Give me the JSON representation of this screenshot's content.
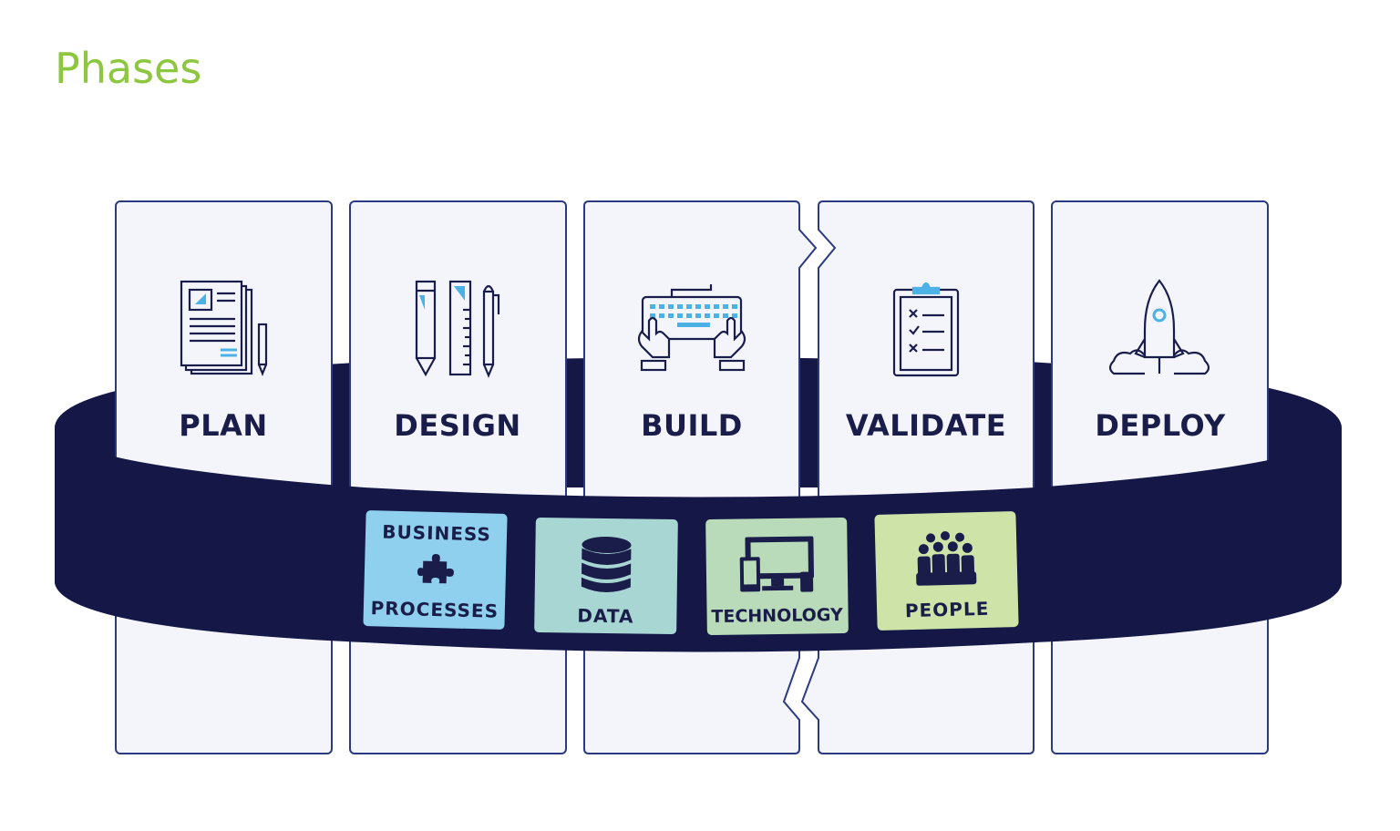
{
  "title": "Phases",
  "phases": [
    {
      "label": "PLAN",
      "icon": "document-pencil-icon"
    },
    {
      "label": "DESIGN",
      "icon": "pencil-ruler-pen-icon"
    },
    {
      "label": "BUILD",
      "icon": "keyboard-hands-icon"
    },
    {
      "label": "VALIDATE",
      "icon": "clipboard-checklist-icon"
    },
    {
      "label": "DEPLOY",
      "icon": "rocket-icon"
    }
  ],
  "pillars": [
    {
      "label_top": "BUSINESS",
      "label_bottom": "PROCESSES",
      "icon": "puzzle-piece-icon",
      "color": "#8fd0ee"
    },
    {
      "label": "DATA",
      "icon": "database-icon",
      "color": "#a7d6d3"
    },
    {
      "label": "TECHNOLOGY",
      "icon": "devices-icon",
      "color": "#b9dbb9"
    },
    {
      "label": "PEOPLE",
      "icon": "people-group-icon",
      "color": "#cde3a8"
    }
  ],
  "colors": {
    "title": "#8dc63f",
    "band": "#151747",
    "panel_fill": "#f3f5fa",
    "panel_stroke": "#2c3a82",
    "text": "#1a1d4a",
    "icon_accent": "#4cb2e6"
  }
}
